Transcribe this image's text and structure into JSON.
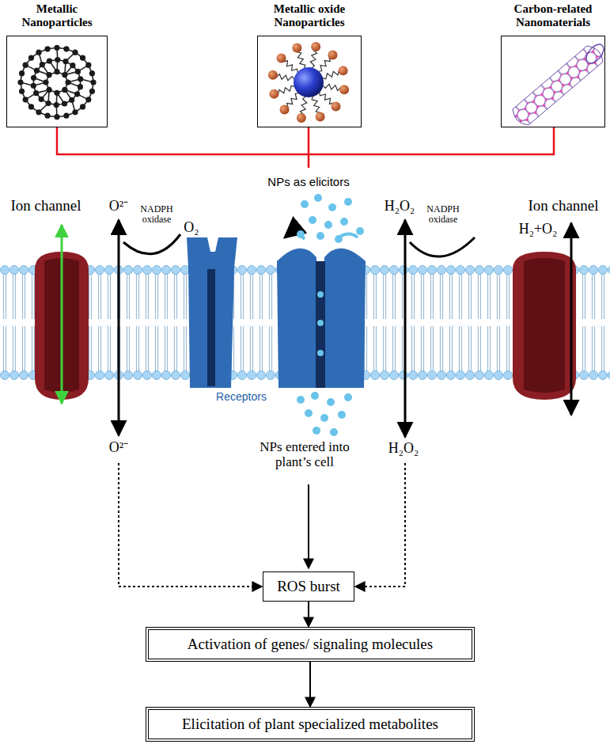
{
  "diagram": {
    "nodes": [
      {
        "text": [
          "Metallic Nanoparticles"
        ]
      },
      {
        "text": [
          "Metallic oxide Nanoparticles"
        ]
      },
      {
        "text": [
          "Carbon-related Nanomaterials"
        ]
      },
      {
        "text": [
          "ROS burst"
        ]
      },
      {
        "text": [
          "Activation of genes/ signaling molecules"
        ]
      },
      {
        "text": [
          "Elicitation of plant specialized metabolites"
        ]
      }
    ],
    "edges": [
      {
        "from": 3,
        "to": 4,
        "arrow": "to"
      },
      {
        "from": 4,
        "to": 5,
        "arrow": "to"
      }
    ],
    "labels": [
      "NPs as elicitors",
      "Ion channel",
      "O²⁻",
      "NADPH oxidase",
      "O₂",
      "H₂O₂",
      "NADPH oxidase",
      "Ion channel",
      "H₂+O₂",
      "Receptors",
      "O²⁻",
      "NPs entered into plant’s cell",
      "H₂O₂"
    ]
  }
}
